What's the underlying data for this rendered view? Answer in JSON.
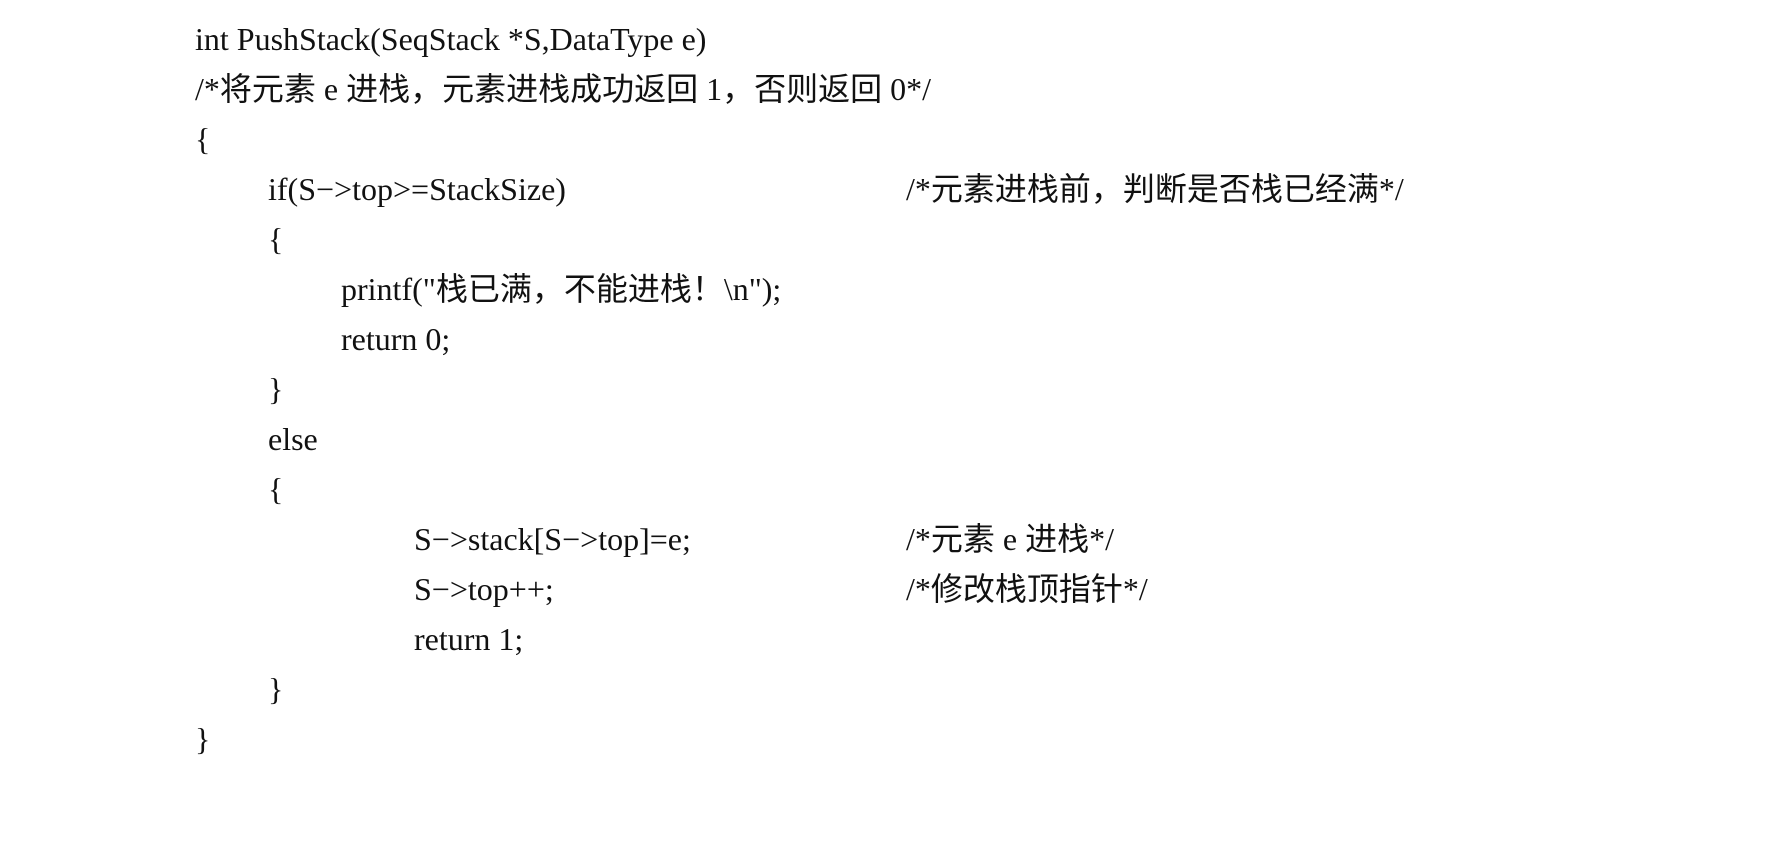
{
  "code": {
    "lines": [
      {
        "text": "int PushStack(SeqStack *S,DataType e)",
        "comment": ""
      },
      {
        "text": "/*将元素 e 进栈，元素进栈成功返回 1，否则返回 0*/",
        "comment": ""
      },
      {
        "text": "{",
        "comment": ""
      },
      {
        "text": "if(S−>top>=StackSize)",
        "comment": "/*元素进栈前，判断是否栈已经满*/"
      },
      {
        "text": "{",
        "comment": ""
      },
      {
        "text": "printf(\"栈已满，不能进栈！\\n\");",
        "comment": ""
      },
      {
        "text": "return 0;",
        "comment": ""
      },
      {
        "text": "}",
        "comment": ""
      },
      {
        "text": "else",
        "comment": ""
      },
      {
        "text": "{",
        "comment": ""
      },
      {
        "text": "S−>stack[S−>top]=e;",
        "comment": "/*元素 e 进栈*/"
      },
      {
        "text": "S−>top++;",
        "comment": "/*修改栈顶指针*/"
      },
      {
        "text": "return 1;",
        "comment": ""
      },
      {
        "text": "}",
        "comment": ""
      },
      {
        "text": "}",
        "comment": ""
      }
    ]
  }
}
